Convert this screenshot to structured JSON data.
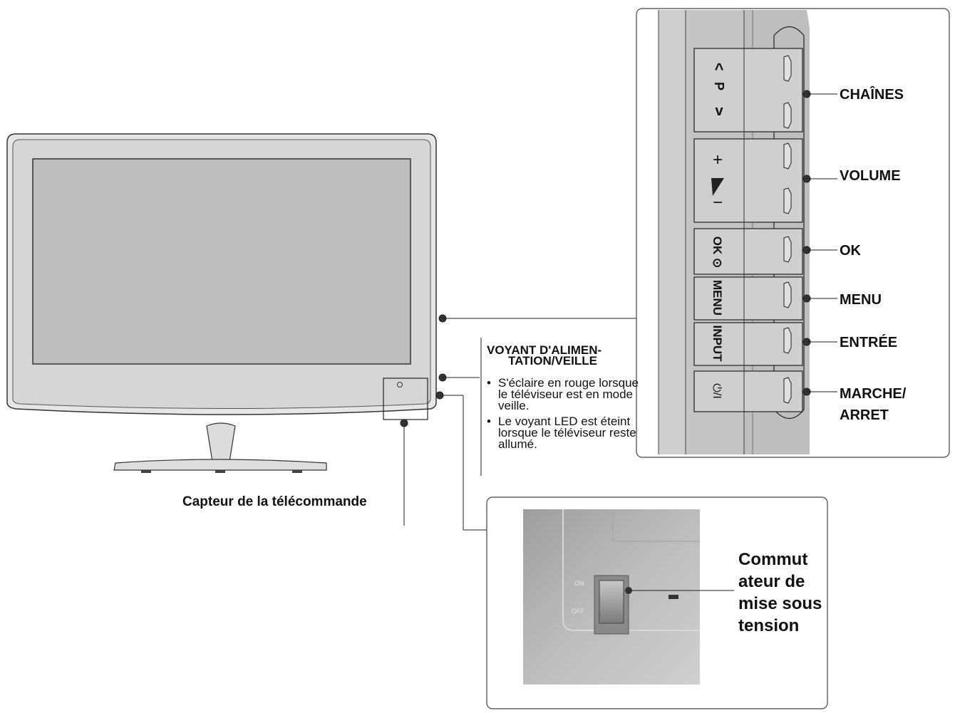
{
  "side_panel": {
    "button_glyphs": {
      "channel_up": "^",
      "channel_p": "P",
      "channel_down": "v",
      "volume_plus": "+",
      "volume_minus": "−",
      "ok": "OK ⊙",
      "menu": "MENU",
      "input": "INPUT",
      "power": "⏻/I"
    },
    "labels": {
      "channels": "CHAÎNES",
      "volume": "VOLUME",
      "ok": "OK",
      "menu": "MENU",
      "input": "ENTRÉE",
      "power_line1": "MARCHE/",
      "power_line2": "ARRET"
    }
  },
  "power_led": {
    "title_line1": "VOYANT D'ALIMEN-",
    "title_line2": "TATION/VEILLE",
    "bullet1": "S'éclaire en rouge lorsque le téléviseur est en mode veille.",
    "bullet2": "Le voyant LED est éteint lorsque le téléviseur reste allumé."
  },
  "remote_sensor_label": "Capteur de la télécommande",
  "power_switch": {
    "label": "Commut ateur de mise sous tension",
    "on_text": "ON",
    "off_text": "OFF"
  },
  "colors": {
    "tv_body": "#d9d9d9",
    "screen": "#bfbfbf",
    "panel_gray": "#c8c8c8",
    "photo_gray": "#b4b4b4",
    "line": "#222222"
  }
}
